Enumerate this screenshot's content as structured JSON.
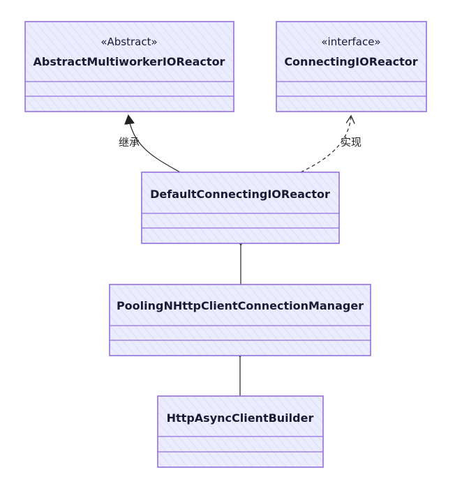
{
  "classes": [
    {
      "id": "abstract",
      "stereotype": "«Abstract»",
      "name": "AbstractMultiworkerIOReactor"
    },
    {
      "id": "iface",
      "stereotype": "«interface»",
      "name": "ConnectingIOReactor"
    },
    {
      "id": "default",
      "stereotype": "",
      "name": "DefaultConnectingIOReactor"
    },
    {
      "id": "pooling",
      "stereotype": "",
      "name": "PoolingNHttpClientConnectionManager"
    },
    {
      "id": "builder",
      "stereotype": "",
      "name": "HttpAsyncClientBuilder"
    }
  ],
  "relations": {
    "inherit_label": "继承",
    "implement_label": "实现"
  },
  "colors": {
    "box_fill": "#ececff",
    "box_stroke": "#9370db",
    "edge": "#333333"
  }
}
